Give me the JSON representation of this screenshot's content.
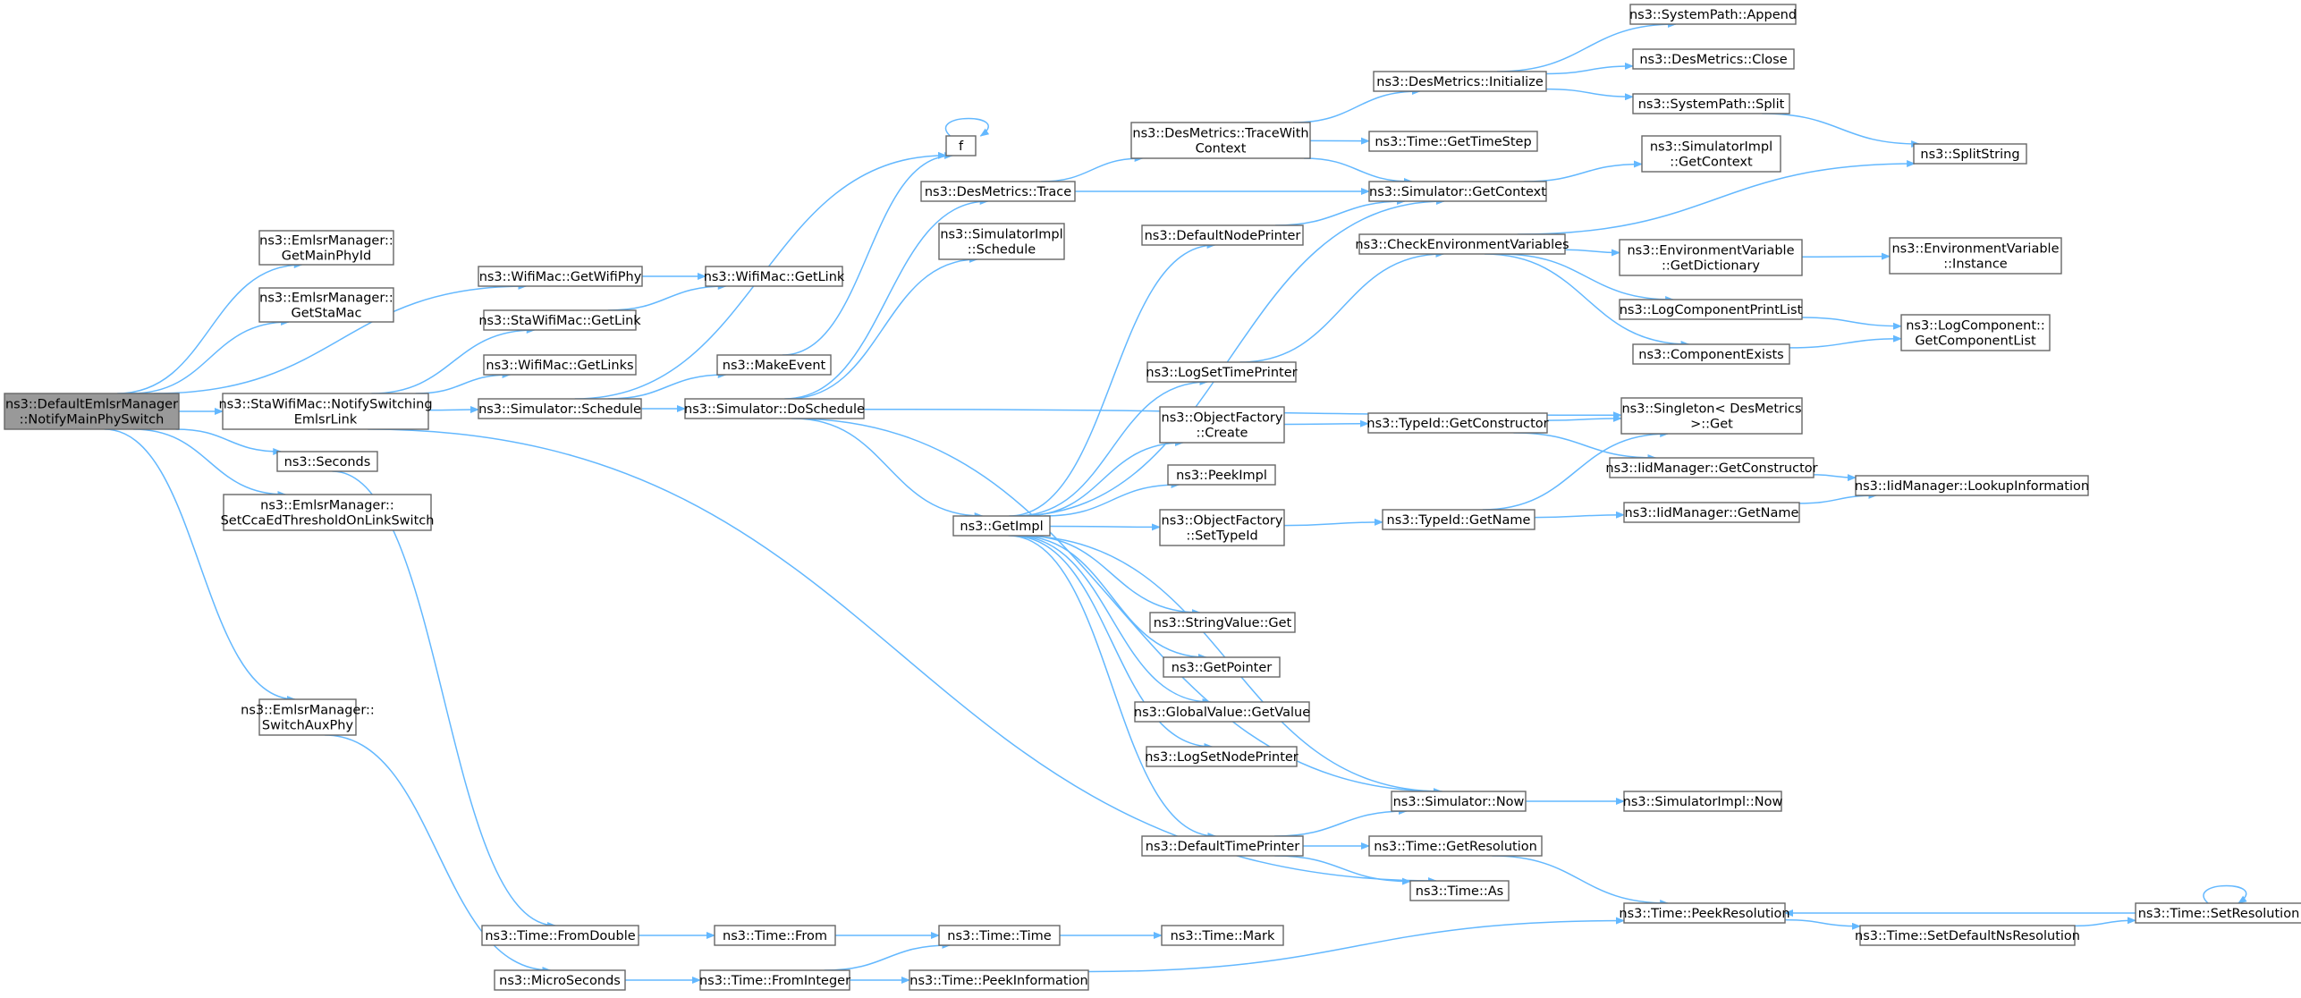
{
  "root": "DefaultEmlsrManager::NotifyMainPhySwitch",
  "nodes": {
    "root": [
      "ns3::DefaultEmlsrManager",
      "::NotifyMainPhySwitch"
    ],
    "getMainPhyId": [
      "ns3::EmlsrManager::",
      "GetMainPhyId"
    ],
    "getStaMac": [
      "ns3::EmlsrManager::",
      "GetStaMac"
    ],
    "notifySwitching": [
      "ns3::StaWifiMac::NotifySwitching",
      "EmlsrLink"
    ],
    "seconds": [
      "ns3::Seconds"
    ],
    "setCcaEd": [
      "ns3::EmlsrManager::",
      "SetCcaEdThresholdOnLinkSwitch"
    ],
    "switchAuxPhy": [
      "ns3::EmlsrManager::",
      "SwitchAuxPhy"
    ],
    "wifiMacGetWifiPhy": [
      "ns3::WifiMac::GetWifiPhy"
    ],
    "staWifiMacGetLink": [
      "ns3::StaWifiMac::GetLink"
    ],
    "wifiMacGetLinks": [
      "ns3::WifiMac::GetLinks"
    ],
    "simSchedule": [
      "ns3::Simulator::Schedule"
    ],
    "timeFromDouble": [
      "ns3::Time::FromDouble"
    ],
    "microSeconds": [
      "ns3::MicroSeconds"
    ],
    "wifiMacGetLink": [
      "ns3::WifiMac::GetLink"
    ],
    "makeEvent": [
      "ns3::MakeEvent"
    ],
    "doSchedule": [
      "ns3::Simulator::DoSchedule"
    ],
    "timeFrom": [
      "ns3::Time::From"
    ],
    "timeFromInteger": [
      "ns3::Time::FromInteger"
    ],
    "f": [
      "f"
    ],
    "desTrace": [
      "ns3::DesMetrics::Trace"
    ],
    "simImplSchedule": [
      "ns3::SimulatorImpl",
      "::Schedule"
    ],
    "getImpl": [
      "ns3::GetImpl"
    ],
    "timeTime": [
      "ns3::Time::Time"
    ],
    "peekInformation": [
      "ns3::Time::PeekInformation"
    ],
    "traceWithContext": [
      "ns3::DesMetrics::TraceWith",
      "Context"
    ],
    "defaultNodePrinter": [
      "ns3::DefaultNodePrinter"
    ],
    "logSetTimePrinter": [
      "ns3::LogSetTimePrinter"
    ],
    "ofCreate": [
      "ns3::ObjectFactory",
      "::Create"
    ],
    "peekImpl": [
      "ns3::PeekImpl"
    ],
    "ofSetTypeId": [
      "ns3::ObjectFactory",
      "::SetTypeId"
    ],
    "stringValueGet": [
      "ns3::StringValue::Get"
    ],
    "getPointer": [
      "ns3::GetPointer"
    ],
    "gvGetValue": [
      "ns3::GlobalValue::GetValue"
    ],
    "logSetNodePrinter": [
      "ns3::LogSetNodePrinter"
    ],
    "defaultTimePrinter": [
      "ns3::DefaultTimePrinter"
    ],
    "timeMark": [
      "ns3::Time::Mark"
    ],
    "desInitialize": [
      "ns3::DesMetrics::Initialize"
    ],
    "timeGetTimeStep": [
      "ns3::Time::GetTimeStep"
    ],
    "simGetContext": [
      "ns3::Simulator::GetContext"
    ],
    "checkEnv": [
      "ns3::CheckEnvironmentVariables"
    ],
    "typeIdGetConstructor": [
      "ns3::TypeId::GetConstructor"
    ],
    "typeIdGetName": [
      "ns3::TypeId::GetName"
    ],
    "simNow": [
      "ns3::Simulator::Now"
    ],
    "timeGetResolution": [
      "ns3::Time::GetResolution"
    ],
    "timeAs": [
      "ns3::Time::As"
    ],
    "sysPathAppend": [
      "ns3::SystemPath::Append"
    ],
    "desClose": [
      "ns3::DesMetrics::Close"
    ],
    "sysPathSplit": [
      "ns3::SystemPath::Split"
    ],
    "simImplGetContext": [
      "ns3::SimulatorImpl",
      "::GetContext"
    ],
    "envGetDictionary": [
      "ns3::EnvironmentVariable",
      "::GetDictionary"
    ],
    "logComponentPrintList": [
      "ns3::LogComponentPrintList"
    ],
    "componentExists": [
      "ns3::ComponentExists"
    ],
    "singletonGet": [
      "ns3::Singleton< DesMetrics",
      ">::Get"
    ],
    "iidGetConstructor": [
      "ns3::IidManager::GetConstructor"
    ],
    "iidGetName": [
      "ns3::IidManager::GetName"
    ],
    "simImplNow": [
      "ns3::SimulatorImpl::Now"
    ],
    "timePeekResolution": [
      "ns3::Time::PeekResolution"
    ],
    "setDefaultNsResolution": [
      "ns3::Time::SetDefaultNsResolution"
    ],
    "splitString": [
      "ns3::SplitString"
    ],
    "envInstance": [
      "ns3::EnvironmentVariable",
      "::Instance"
    ],
    "logComponentGetList": [
      "ns3::LogComponent::",
      "GetComponentList"
    ],
    "iidLookupInformation": [
      "ns3::IidManager::LookupInformation"
    ],
    "timeSetResolution": [
      "ns3::Time::SetResolution"
    ]
  },
  "edges": [
    [
      "root",
      "getMainPhyId"
    ],
    [
      "root",
      "getStaMac"
    ],
    [
      "root",
      "wifiMacGetWifiPhy"
    ],
    [
      "root",
      "notifySwitching"
    ],
    [
      "root",
      "seconds"
    ],
    [
      "root",
      "setCcaEd"
    ],
    [
      "root",
      "switchAuxPhy"
    ],
    [
      "notifySwitching",
      "staWifiMacGetLink"
    ],
    [
      "notifySwitching",
      "wifiMacGetLinks"
    ],
    [
      "notifySwitching",
      "simSchedule"
    ],
    [
      "notifySwitching",
      "timeAs"
    ],
    [
      "seconds",
      "timeFromDouble"
    ],
    [
      "switchAuxPhy",
      "microSeconds"
    ],
    [
      "wifiMacGetWifiPhy",
      "wifiMacGetLink"
    ],
    [
      "staWifiMacGetLink",
      "wifiMacGetLink"
    ],
    [
      "simSchedule",
      "f"
    ],
    [
      "simSchedule",
      "makeEvent"
    ],
    [
      "simSchedule",
      "doSchedule"
    ],
    [
      "makeEvent",
      "f"
    ],
    [
      "doSchedule",
      "desTrace"
    ],
    [
      "doSchedule",
      "simImplSchedule"
    ],
    [
      "doSchedule",
      "getImpl"
    ],
    [
      "doSchedule",
      "singletonGet"
    ],
    [
      "doSchedule",
      "simNow"
    ],
    [
      "timeFromDouble",
      "timeFrom"
    ],
    [
      "microSeconds",
      "timeFromInteger"
    ],
    [
      "timeFrom",
      "timeTime"
    ],
    [
      "timeFromInteger",
      "timeTime"
    ],
    [
      "timeFromInteger",
      "peekInformation"
    ],
    [
      "timeTime",
      "timeMark"
    ],
    [
      "peekInformation",
      "timePeekResolution"
    ],
    [
      "f",
      "f"
    ],
    [
      "desTrace",
      "traceWithContext"
    ],
    [
      "desTrace",
      "simGetContext"
    ],
    [
      "traceWithContext",
      "desInitialize"
    ],
    [
      "traceWithContext",
      "timeGetTimeStep"
    ],
    [
      "traceWithContext",
      "simGetContext"
    ],
    [
      "desInitialize",
      "sysPathAppend"
    ],
    [
      "desInitialize",
      "desClose"
    ],
    [
      "desInitialize",
      "sysPathSplit"
    ],
    [
      "sysPathSplit",
      "splitString"
    ],
    [
      "simGetContext",
      "simImplGetContext"
    ],
    [
      "getImpl",
      "simGetContext"
    ],
    [
      "getImpl",
      "defaultNodePrinter"
    ],
    [
      "getImpl",
      "logSetTimePrinter"
    ],
    [
      "getImpl",
      "ofCreate"
    ],
    [
      "getImpl",
      "peekImpl"
    ],
    [
      "getImpl",
      "ofSetTypeId"
    ],
    [
      "getImpl",
      "stringValueGet"
    ],
    [
      "getImpl",
      "getPointer"
    ],
    [
      "getImpl",
      "gvGetValue"
    ],
    [
      "getImpl",
      "logSetNodePrinter"
    ],
    [
      "getImpl",
      "defaultTimePrinter"
    ],
    [
      "defaultNodePrinter",
      "simGetContext"
    ],
    [
      "logSetTimePrinter",
      "checkEnv"
    ],
    [
      "checkEnv",
      "splitString"
    ],
    [
      "checkEnv",
      "envGetDictionary"
    ],
    [
      "checkEnv",
      "logComponentPrintList"
    ],
    [
      "checkEnv",
      "componentExists"
    ],
    [
      "envGetDictionary",
      "envInstance"
    ],
    [
      "logComponentPrintList",
      "logComponentGetList"
    ],
    [
      "componentExists",
      "logComponentGetList"
    ],
    [
      "ofCreate",
      "typeIdGetConstructor"
    ],
    [
      "typeIdGetConstructor",
      "singletonGet"
    ],
    [
      "typeIdGetConstructor",
      "iidGetConstructor"
    ],
    [
      "iidGetConstructor",
      "iidLookupInformation"
    ],
    [
      "ofSetTypeId",
      "typeIdGetName"
    ],
    [
      "typeIdGetName",
      "singletonGet"
    ],
    [
      "typeIdGetName",
      "iidGetName"
    ],
    [
      "iidGetName",
      "iidLookupInformation"
    ],
    [
      "defaultTimePrinter",
      "simNow"
    ],
    [
      "defaultTimePrinter",
      "timeGetResolution"
    ],
    [
      "defaultTimePrinter",
      "timeAs"
    ],
    [
      "simNow",
      "getImpl"
    ],
    [
      "simNow",
      "simImplNow"
    ],
    [
      "timeGetResolution",
      "timePeekResolution"
    ],
    [
      "timePeekResolution",
      "setDefaultNsResolution"
    ],
    [
      "setDefaultNsResolution",
      "timeSetResolution"
    ],
    [
      "timeSetResolution",
      "timePeekResolution"
    ],
    [
      "timeSetResolution",
      "timeSetResolution"
    ]
  ]
}
